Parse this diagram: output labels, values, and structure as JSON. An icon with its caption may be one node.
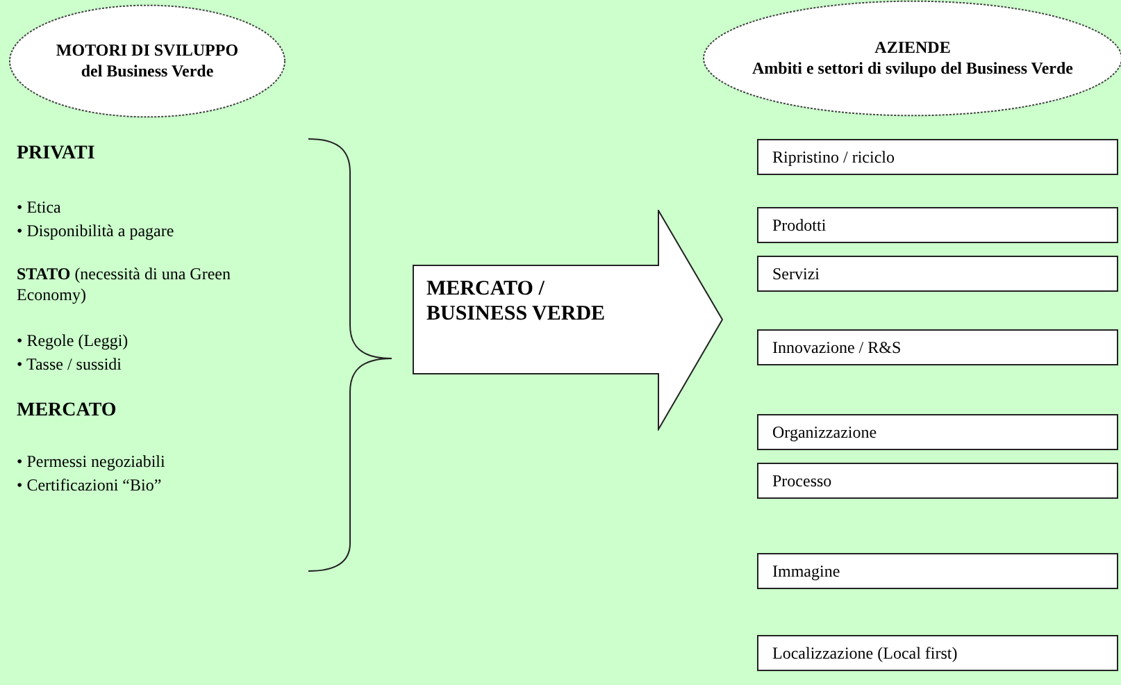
{
  "diagram": {
    "nodes": [
      {
        "text": [
          "MOTORI DI SVILUPPO",
          "del Business Verde"
        ]
      },
      {
        "text": [
          "MERCATO / BUSINESS VERDE"
        ]
      },
      {
        "text": [
          "AZIENDE",
          "Ambiti e settori di svilupo del Business Verde"
        ]
      },
      {
        "text": [
          "Ripristino / riciclo"
        ]
      },
      {
        "text": [
          "Prodotti"
        ]
      },
      {
        "text": [
          "Servizi"
        ]
      },
      {
        "text": [
          "Innovazione / R&S"
        ]
      },
      {
        "text": [
          "Organizzazione"
        ]
      },
      {
        "text": [
          "Processo"
        ]
      },
      {
        "text": [
          "Immagine"
        ]
      },
      {
        "text": [
          "Localizzazione (Local first)"
        ]
      }
    ],
    "labels": [
      "PRIVATI",
      "• Etica",
      "• Disponibilità a pagare",
      "**STATO** (necessità di una Green Economy)",
      "• Regole (Leggi)",
      "• Tasse / sussidi",
      "MERCATO",
      "• Permessi negoziabili",
      "• Certificazioni “Bio”"
    ]
  }
}
